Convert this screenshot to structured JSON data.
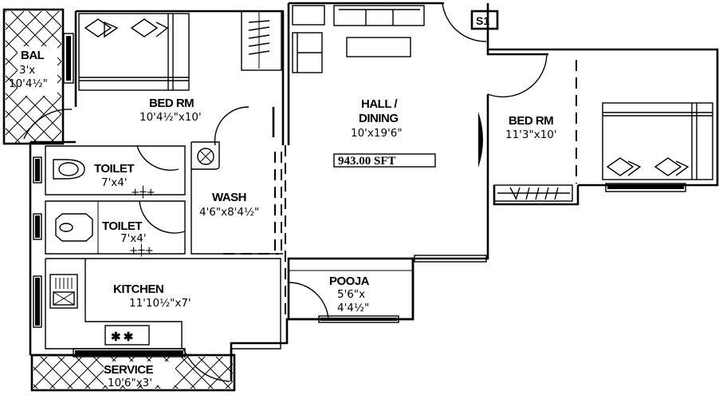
{
  "plan": {
    "total_area": "943.00 SFT",
    "staircase_tag": "S1",
    "rooms": {
      "balcony": {
        "name": "BAL",
        "dim_line1": "3'x",
        "dim_line2": "10'4½\""
      },
      "bedroom1": {
        "name": "BED RM",
        "dim": "10'4½\"x10'"
      },
      "hall": {
        "name_line1": "HALL /",
        "name_line2": "DINING",
        "dim": "10'x19'6\""
      },
      "bedroom2": {
        "name": "BED RM",
        "dim": "11'3\"x10'"
      },
      "toilet1": {
        "name": "TOILET",
        "dim": "7'x4'"
      },
      "toilet2": {
        "name": "TOILET",
        "dim": "7'x4'"
      },
      "wash": {
        "name": "WASH",
        "dim": "4'6\"x8'4½\""
      },
      "kitchen": {
        "name": "KITCHEN",
        "dim": "11'10½\"x7'"
      },
      "pooja": {
        "name": "POOJA",
        "dim_line1": "5'6\"x",
        "dim_line2": "4'4½\""
      },
      "service": {
        "name": "SERVICE",
        "dim": "10'6\"x3'"
      }
    }
  }
}
